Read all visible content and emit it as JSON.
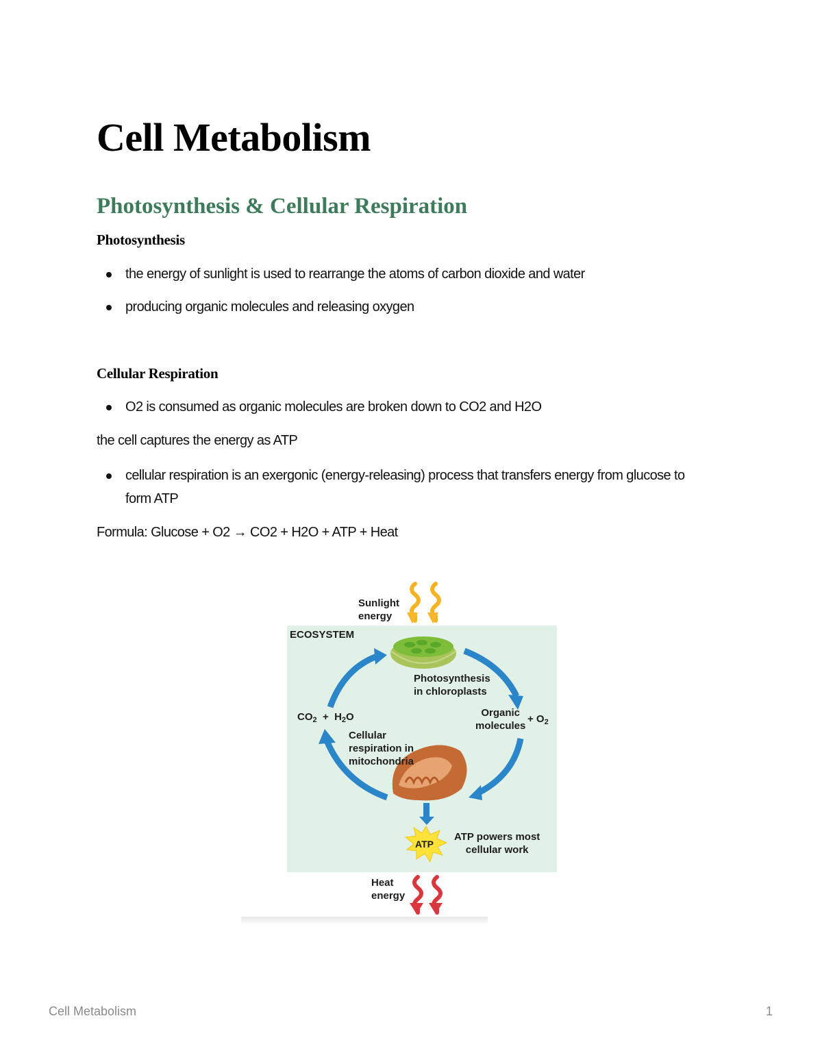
{
  "document": {
    "title": "Cell Metabolism",
    "section_heading": "Photosynthesis & Cellular Respiration",
    "heading_color": "#3e7b5b",
    "photosynthesis": {
      "heading": "Photosynthesis",
      "bullets": [
        "the energy of sunlight is used to rearrange the atoms of carbon dioxide and water",
        "producing organic molecules and releasing oxygen"
      ]
    },
    "cellular_respiration": {
      "heading": "Cellular Respiration",
      "bullet_1": "O2 is consumed as organic molecules are broken down to CO2 and H2O",
      "paragraph": "the cell captures the energy as ATP",
      "bullet_2": "cellular respiration is an exergonic (energy-releasing) process that transfers energy from glucose to form ATP",
      "formula": "Formula: Glucose + O2 → CO2 + H2O + ATP + Heat"
    }
  },
  "diagram": {
    "sunlight_label_1": "Sunlight",
    "sunlight_label_2": "energy",
    "ecosystem_label": "ECOSYSTEM",
    "photosynthesis_label_1": "Photosynthesis",
    "photosynthesis_label_2": "in chloroplasts",
    "inputs_co2": "CO",
    "inputs_co2_sub": "2",
    "inputs_plus": "+",
    "inputs_h2o_h": "H",
    "inputs_h2o_sub": "2",
    "inputs_h2o_o": "O",
    "organic_label_1": "Organic",
    "organic_label_2": "molecules",
    "o2_plus": "+ O",
    "o2_sub": "2",
    "respiration_label_1": "Cellular",
    "respiration_label_2": "respiration in",
    "respiration_label_3": "mitochondria",
    "atp_label": "ATP",
    "atp_caption_1": "ATP powers most",
    "atp_caption_2": "cellular work",
    "heat_label_1": "Heat",
    "heat_label_2": "energy",
    "colors": {
      "ecosystem_bg": "#e2f1e7",
      "arrow_blue": "#2a86c8",
      "sunlight": "#f5b324",
      "heat": "#d9363e",
      "atp_star": "#fde23a",
      "chloroplast": "#8fbf3f",
      "mitochondrion": "#c9703a"
    }
  },
  "footer": {
    "title": "Cell Metabolism",
    "page_number": "1"
  }
}
